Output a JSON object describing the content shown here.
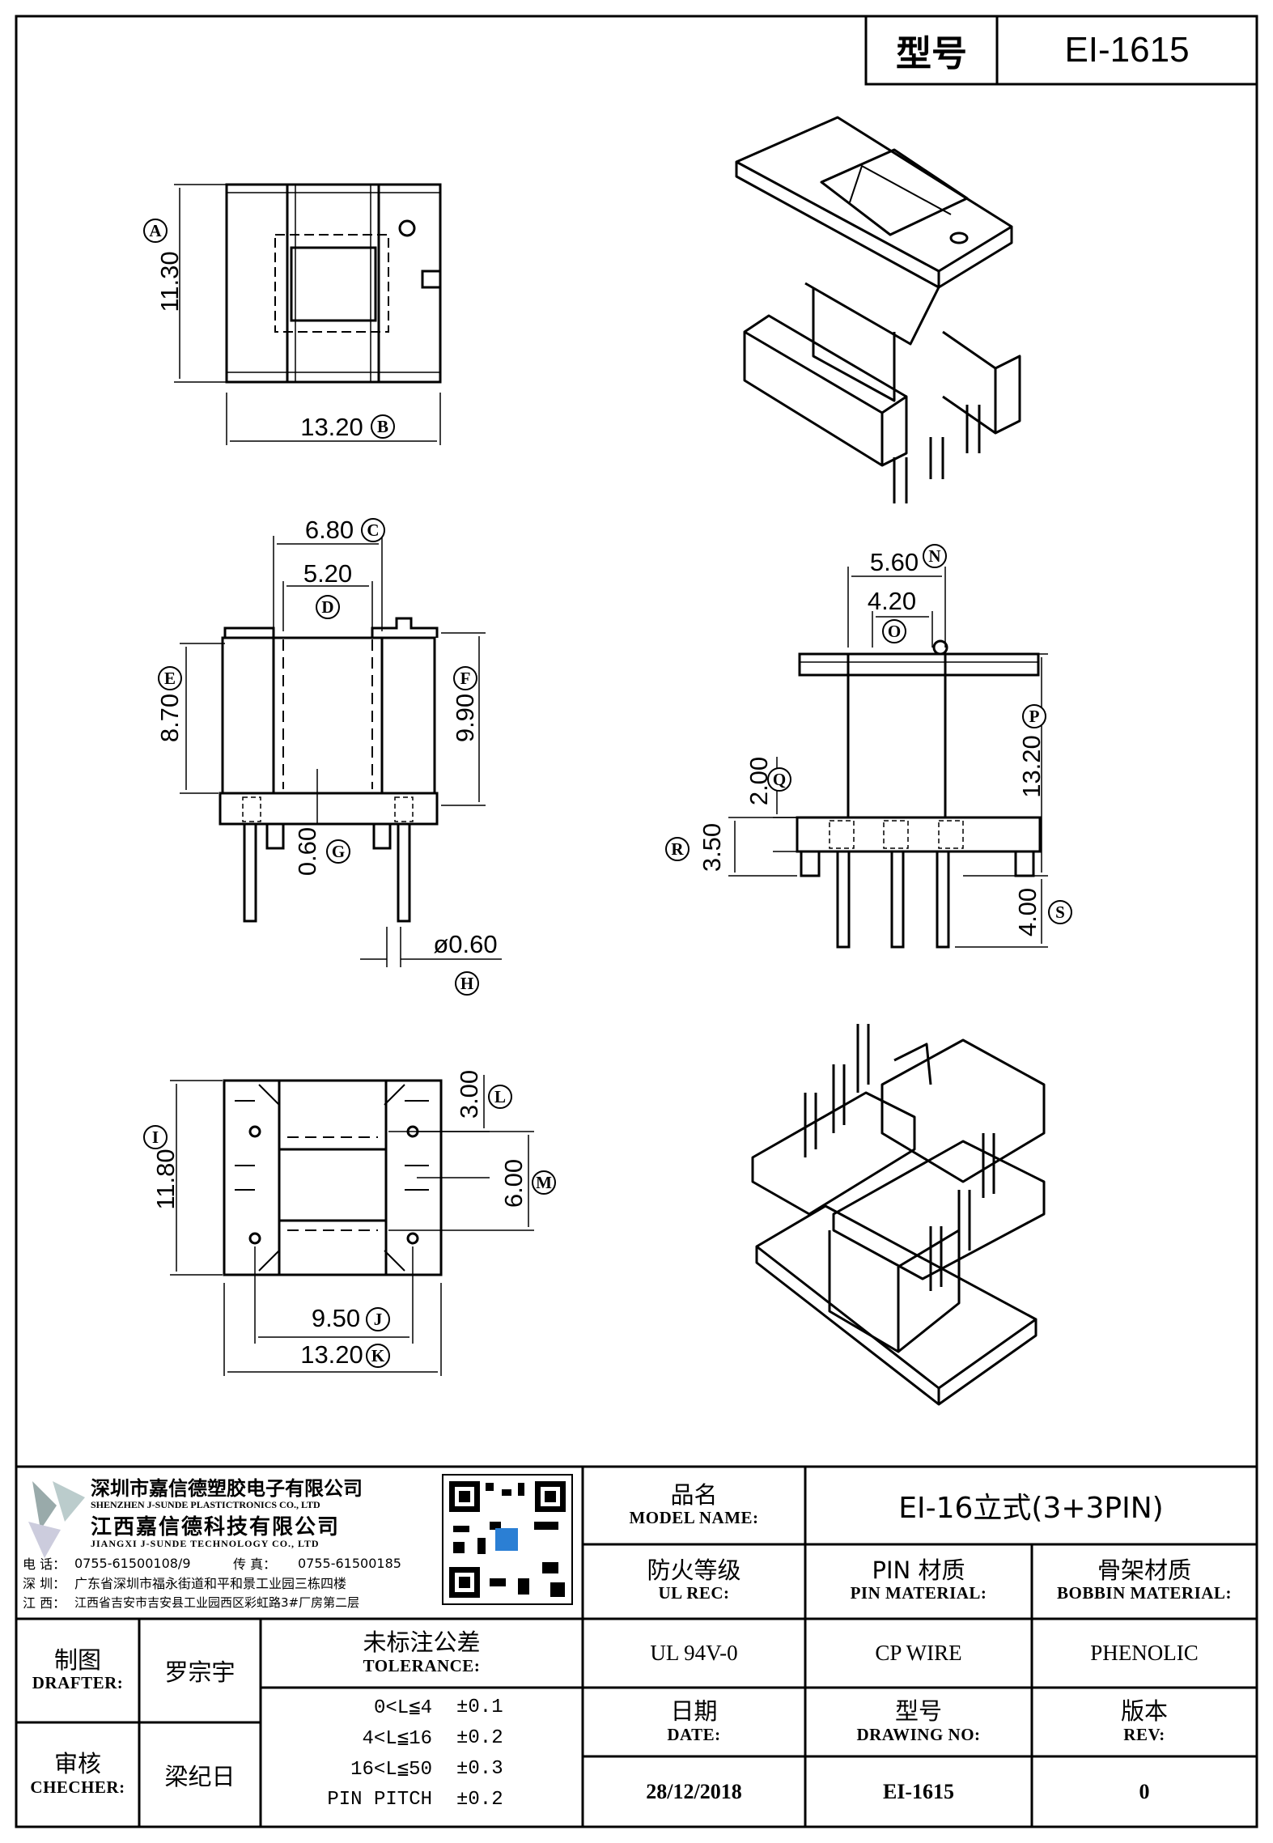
{
  "title_block_top": {
    "label": "型号",
    "value": "EI-1615"
  },
  "company": {
    "name_cn_1": "深圳市嘉信德塑胶电子有限公司",
    "name_en_1": "SHENZHEN J-SUNDE PLASTICTRONICS CO., LTD",
    "name_cn_2": "江西嘉信德科技有限公司",
    "name_en_2": "JIANGXI J-SUNDE TECHNOLOGY CO., LTD",
    "phone_label": "电 话：",
    "phone": "0755-61500108/9",
    "fax_label": "传 真：",
    "fax": "0755-61500185",
    "addr1_label": "深 圳：",
    "addr1": "广东省深圳市福永街道和平和景工业园三栋四楼",
    "addr2_label": "江 西：",
    "addr2": "江西省吉安市吉安县工业园西区彩虹路3#厂房第二层"
  },
  "title_block": {
    "model_name_cn": "品名",
    "model_name_en": "MODEL NAME:",
    "model_name_value": "EI-16立式(3+3PIN)",
    "ul_cn": "防火等级",
    "ul_en": "UL REC:",
    "pin_cn": "PIN 材质",
    "pin_en": "PIN MATERIAL:",
    "bobbin_cn": "骨架材质",
    "bobbin_en": "BOBBIN MATERIAL:",
    "ul_value": "UL 94V-0",
    "pin_value": "CP WIRE",
    "bobbin_value": "PHENOLIC",
    "drafter_cn": "制图",
    "drafter_en": "DRAFTER:",
    "drafter_value": "罗宗宇",
    "checker_cn": "审核",
    "checker_en": "CHECHER:",
    "checker_value": "梁纪日",
    "tolerance_cn": "未标注公差",
    "tolerance_en": "TOLERANCE:",
    "tolerances": [
      {
        "range": "0<L≦4",
        "value": "±0.1"
      },
      {
        "range": "4<L≦16",
        "value": "±0.2"
      },
      {
        "range": "16<L≦50",
        "value": "±0.3"
      },
      {
        "range": "PIN PITCH",
        "value": "±0.2"
      }
    ],
    "date_cn": "日期",
    "date_en": "DATE:",
    "drawing_cn": "型号",
    "drawing_en": "DRAWING NO:",
    "rev_cn": "版本",
    "rev_en": "REV:",
    "date_value": "28/12/2018",
    "drawing_value": "EI-1615",
    "rev_value": "0"
  },
  "dimensions": {
    "A": "11.30",
    "B": "13.20",
    "C": "6.80",
    "D": "5.20",
    "E": "8.70",
    "F": "9.90",
    "G": "0.60",
    "H": "ø0.60",
    "I": "11.80",
    "J": "9.50",
    "K": "13.20",
    "L": "3.00",
    "M": "6.00",
    "N": "5.60",
    "O": "4.20",
    "P": "13.20",
    "Q": "2.00",
    "R": "3.50",
    "S": "4.00"
  },
  "bubbles": [
    "A",
    "B",
    "C",
    "D",
    "E",
    "F",
    "G",
    "H",
    "I",
    "J",
    "K",
    "L",
    "M",
    "N",
    "O",
    "P",
    "Q",
    "R",
    "S"
  ]
}
